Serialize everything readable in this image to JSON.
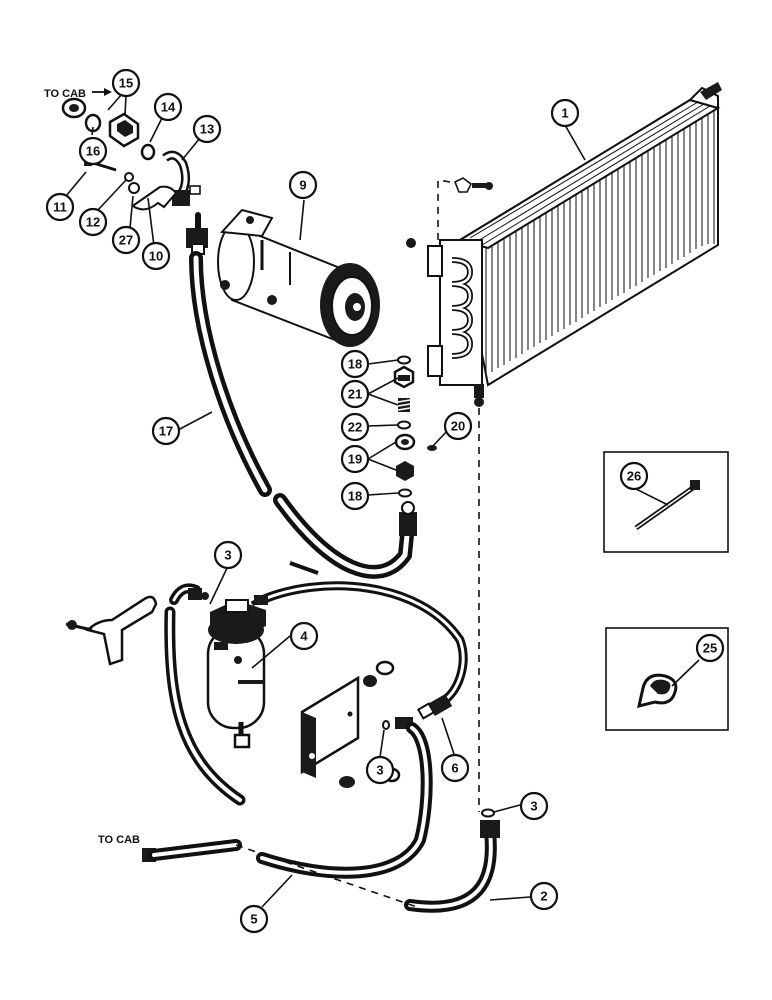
{
  "notes": {
    "to_cab_top": "TO CAB",
    "to_cab_bottom": "TO CAB"
  },
  "callouts": {
    "c1": "1",
    "c2": "2",
    "c3a": "3",
    "c3b": "3",
    "c3c": "3",
    "c4": "4",
    "c5": "5",
    "c6": "6",
    "c9": "9",
    "c10": "10",
    "c11": "11",
    "c12": "12",
    "c13": "13",
    "c14": "14",
    "c15": "15",
    "c16": "16",
    "c17": "17",
    "c18a": "18",
    "c18b": "18",
    "c19": "19",
    "c20": "20",
    "c21": "21",
    "c22": "22",
    "c25": "25",
    "c26": "26",
    "c27": "27"
  }
}
